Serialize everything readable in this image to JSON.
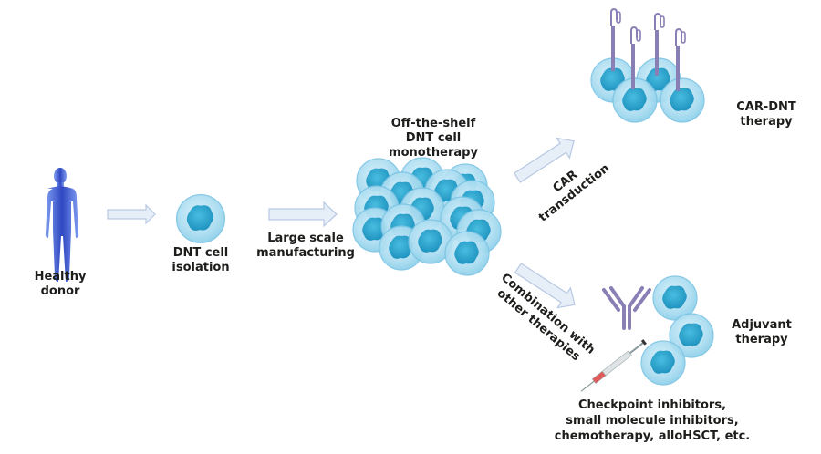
{
  "diagram": {
    "title": "DNT cell therapy workflow",
    "colors": {
      "cell_membrane": "#a9dcf0",
      "cell_outline": "#7cc4e4",
      "nucleus": "#2aa6cf",
      "arrow_fill": "#e6eef8",
      "arrow_stroke": "#b9c9e3",
      "receptor": "#8a7fb5",
      "human": "#3050c8",
      "syringe_barrel": "#e05a5a",
      "text": "#1d1d1b"
    },
    "stages": {
      "donor": {
        "lines": [
          "Healthy",
          "donor"
        ],
        "icon": "human-figure-icon"
      },
      "isolation": {
        "lines": [
          "DNT cell",
          "isolation"
        ],
        "icon": "single-cell-icon"
      },
      "manufacturing": {
        "lines": [
          "Large scale",
          "manufacturing"
        ]
      },
      "monotherapy": {
        "lines": [
          "Off-the-shelf",
          "DNT cell",
          "monotherapy"
        ],
        "icon": "cell-cluster-icon"
      },
      "car_transduction": {
        "lines": [
          "CAR",
          "transduction"
        ]
      },
      "car_dnt": {
        "lines": [
          "CAR-DNT",
          "therapy"
        ],
        "icon": "car-cells-icon"
      },
      "combination": {
        "lines": [
          "Combination with",
          "other therapies"
        ]
      },
      "adjuvant": {
        "lines": [
          "Adjuvant",
          "therapy"
        ],
        "icon": "adjuvant-cells-icon"
      },
      "adjuvant_examples": {
        "lines": [
          "Checkpoint inhibitors,",
          "small molecule inhibitors,",
          "chemotherapy, alloHSCT, etc."
        ]
      }
    },
    "arrows": [
      {
        "name": "donor-to-isolation"
      },
      {
        "name": "isolation-to-manufacturing"
      },
      {
        "name": "to-car-transduction"
      },
      {
        "name": "to-combination"
      }
    ]
  }
}
